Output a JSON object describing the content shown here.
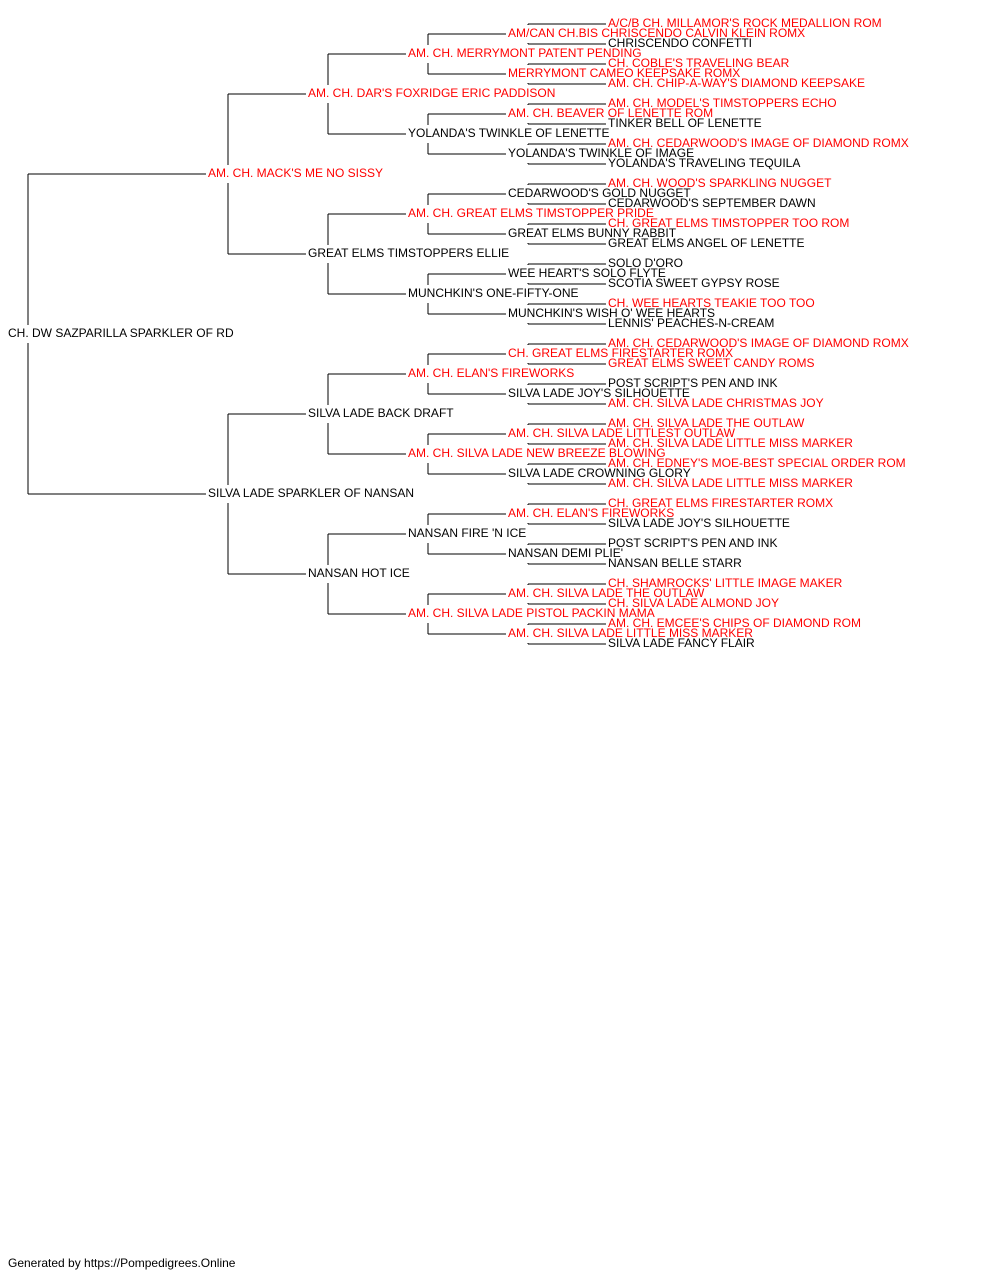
{
  "colors": {
    "champion": "#ff0000",
    "normal": "#000000",
    "line": "#000000"
  },
  "footer": {
    "text": "Generated by https://Pompedigrees.Online"
  },
  "pedigree": {
    "name": "CH. DW SAZPARILLA SPARKLER OF RD",
    "ch": false,
    "sire": {
      "name": "AM. CH. MACK'S ME NO SISSY",
      "ch": true,
      "sire": {
        "name": "AM. CH. DAR'S FOXRIDGE ERIC PADDISON",
        "ch": true,
        "sire": {
          "name": "AM. CH. MERRYMONT PATENT PENDING",
          "ch": true,
          "sire": {
            "name": "AM/CAN CH.BIS CHRISCENDO CALVIN KLEIN ROMX",
            "ch": true,
            "sire": {
              "name": "A/C/B CH. MILLAMOR'S ROCK MEDALLION ROM",
              "ch": true
            },
            "dam": {
              "name": "CHRISCENDO CONFETTI",
              "ch": false
            }
          },
          "dam": {
            "name": "MERRYMONT CAMEO KEEPSAKE ROMX",
            "ch": true,
            "sire": {
              "name": "CH. COBLE'S TRAVELING BEAR",
              "ch": true
            },
            "dam": {
              "name": "AM. CH. CHIP-A-WAY'S DIAMOND KEEPSAKE",
              "ch": true
            }
          }
        },
        "dam": {
          "name": "YOLANDA'S TWINKLE OF LENETTE",
          "ch": false,
          "sire": {
            "name": "AM. CH. BEAVER OF LENETTE ROM",
            "ch": true,
            "sire": {
              "name": "AM. CH. MODEL'S TIMSTOPPERS ECHO",
              "ch": true
            },
            "dam": {
              "name": "TINKER BELL OF LENETTE",
              "ch": false
            }
          },
          "dam": {
            "name": "YOLANDA'S TWINKLE OF IMAGE",
            "ch": false,
            "sire": {
              "name": "AM. CH. CEDARWOOD'S IMAGE OF DIAMOND ROMX",
              "ch": true
            },
            "dam": {
              "name": "YOLANDA'S TRAVELING TEQUILA",
              "ch": false
            }
          }
        }
      },
      "dam": {
        "name": "GREAT ELMS TIMSTOPPERS ELLIE",
        "ch": false,
        "sire": {
          "name": "AM. CH. GREAT ELMS TIMSTOPPER PRIDE",
          "ch": true,
          "sire": {
            "name": "CEDARWOOD'S GOLD NUGGET",
            "ch": false,
            "sire": {
              "name": "AM. CH. WOOD'S SPARKLING NUGGET",
              "ch": true
            },
            "dam": {
              "name": "CEDARWOOD'S SEPTEMBER DAWN",
              "ch": false
            }
          },
          "dam": {
            "name": "GREAT ELMS BUNNY RABBIT",
            "ch": false,
            "sire": {
              "name": "CH. GREAT ELMS TIMSTOPPER TOO ROM",
              "ch": true
            },
            "dam": {
              "name": "GREAT ELMS ANGEL OF LENETTE",
              "ch": false
            }
          }
        },
        "dam": {
          "name": "MUNCHKIN'S ONE-FIFTY-ONE",
          "ch": false,
          "sire": {
            "name": "WEE HEART'S SOLO FLYTE",
            "ch": false,
            "sire": {
              "name": "SOLO D'ORO",
              "ch": false
            },
            "dam": {
              "name": "SCOTIA SWEET GYPSY ROSE",
              "ch": false
            }
          },
          "dam": {
            "name": "MUNCHKIN'S WISH O' WEE HEARTS",
            "ch": false,
            "sire": {
              "name": "CH. WEE HEARTS TEAKIE TOO TOO",
              "ch": true
            },
            "dam": {
              "name": "LENNIS' PEACHES-N-CREAM",
              "ch": false
            }
          }
        }
      }
    },
    "dam": {
      "name": "SILVA LADE SPARKLER OF NANSAN",
      "ch": false,
      "sire": {
        "name": "SILVA LADE BACK DRAFT",
        "ch": false,
        "sire": {
          "name": "AM. CH. ELAN'S FIREWORKS",
          "ch": true,
          "sire": {
            "name": "CH. GREAT ELMS FIRESTARTER ROMX",
            "ch": true,
            "sire": {
              "name": "AM. CH. CEDARWOOD'S IMAGE OF DIAMOND ROMX",
              "ch": true
            },
            "dam": {
              "name": "GREAT ELMS SWEET CANDY ROMS",
              "ch": true
            }
          },
          "dam": {
            "name": "SILVA LADE JOY'S SILHOUETTE",
            "ch": false,
            "sire": {
              "name": "POST SCRIPT'S PEN AND INK",
              "ch": false
            },
            "dam": {
              "name": "AM. CH. SILVA LADE CHRISTMAS JOY",
              "ch": true
            }
          }
        },
        "dam": {
          "name": "AM. CH. SILVA LADE NEW BREEZE BLOWING",
          "ch": true,
          "sire": {
            "name": "AM. CH. SILVA LADE LITTLEST OUTLAW",
            "ch": true,
            "sire": {
              "name": "AM. CH. SILVA LADE THE OUTLAW",
              "ch": true
            },
            "dam": {
              "name": "AM. CH. SILVA LADE LITTLE MISS MARKER",
              "ch": true
            }
          },
          "dam": {
            "name": "SILVA LADE CROWNING GLORY",
            "ch": false,
            "sire": {
              "name": "AM. CH. EDNEY'S MOE-BEST SPECIAL ORDER ROM",
              "ch": true
            },
            "dam": {
              "name": "AM. CH. SILVA LADE LITTLE MISS MARKER",
              "ch": true
            }
          }
        }
      },
      "dam": {
        "name": "NANSAN HOT ICE",
        "ch": false,
        "sire": {
          "name": "NANSAN FIRE 'N ICE",
          "ch": false,
          "sire": {
            "name": "AM. CH. ELAN'S FIREWORKS",
            "ch": true,
            "sire": {
              "name": "CH. GREAT ELMS FIRESTARTER ROMX",
              "ch": true
            },
            "dam": {
              "name": "SILVA LADE JOY'S SILHOUETTE",
              "ch": false
            }
          },
          "dam": {
            "name": "NANSAN DEMI PLIE'",
            "ch": false,
            "sire": {
              "name": "POST SCRIPT'S PEN AND INK",
              "ch": false
            },
            "dam": {
              "name": "NANSAN BELLE STARR",
              "ch": false
            }
          }
        },
        "dam": {
          "name": "AM. CH. SILVA LADE PISTOL PACKIN MAMA",
          "ch": true,
          "sire": {
            "name": "AM. CH. SILVA LADE THE OUTLAW",
            "ch": true,
            "sire": {
              "name": "CH. SHAMROCKS' LITTLE IMAGE MAKER",
              "ch": true
            },
            "dam": {
              "name": "CH. SILVA LADE ALMOND JOY",
              "ch": true
            }
          },
          "dam": {
            "name": "AM. CH. SILVA LADE LITTLE MISS MARKER",
            "ch": true,
            "sire": {
              "name": "AM. CH. EMCEE'S CHIPS OF DIAMOND ROM",
              "ch": true
            },
            "dam": {
              "name": "SILVA LADE FANCY FLAIR",
              "ch": false
            }
          }
        }
      }
    }
  }
}
